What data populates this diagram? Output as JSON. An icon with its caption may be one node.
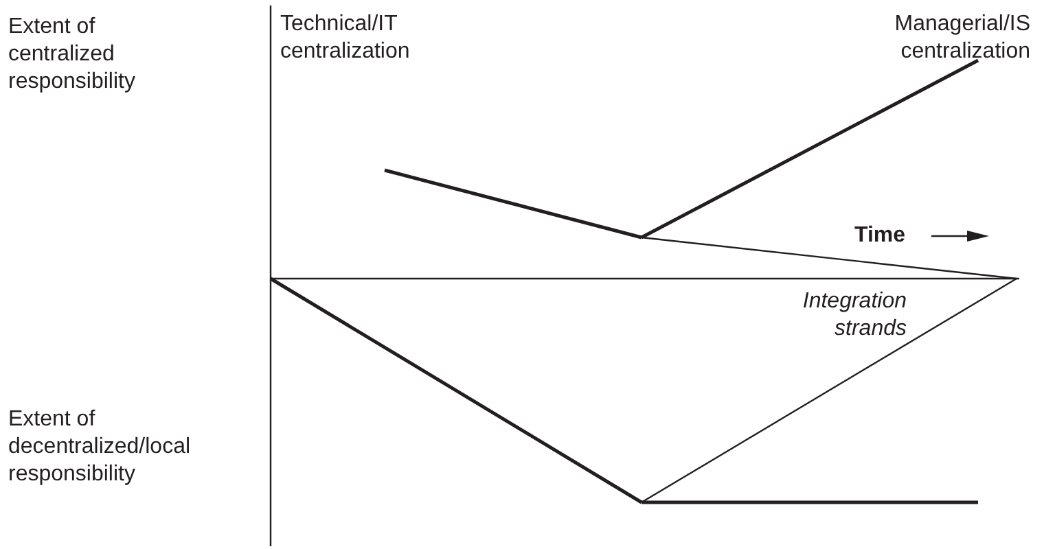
{
  "diagram": {
    "labels": [
      "Extent of centralized responsibility",
      "Technical/IT centralization",
      "Managerial/IS centralization",
      "Time",
      "Integration strands",
      "Extent of decentralized/local responsibility"
    ]
  }
}
